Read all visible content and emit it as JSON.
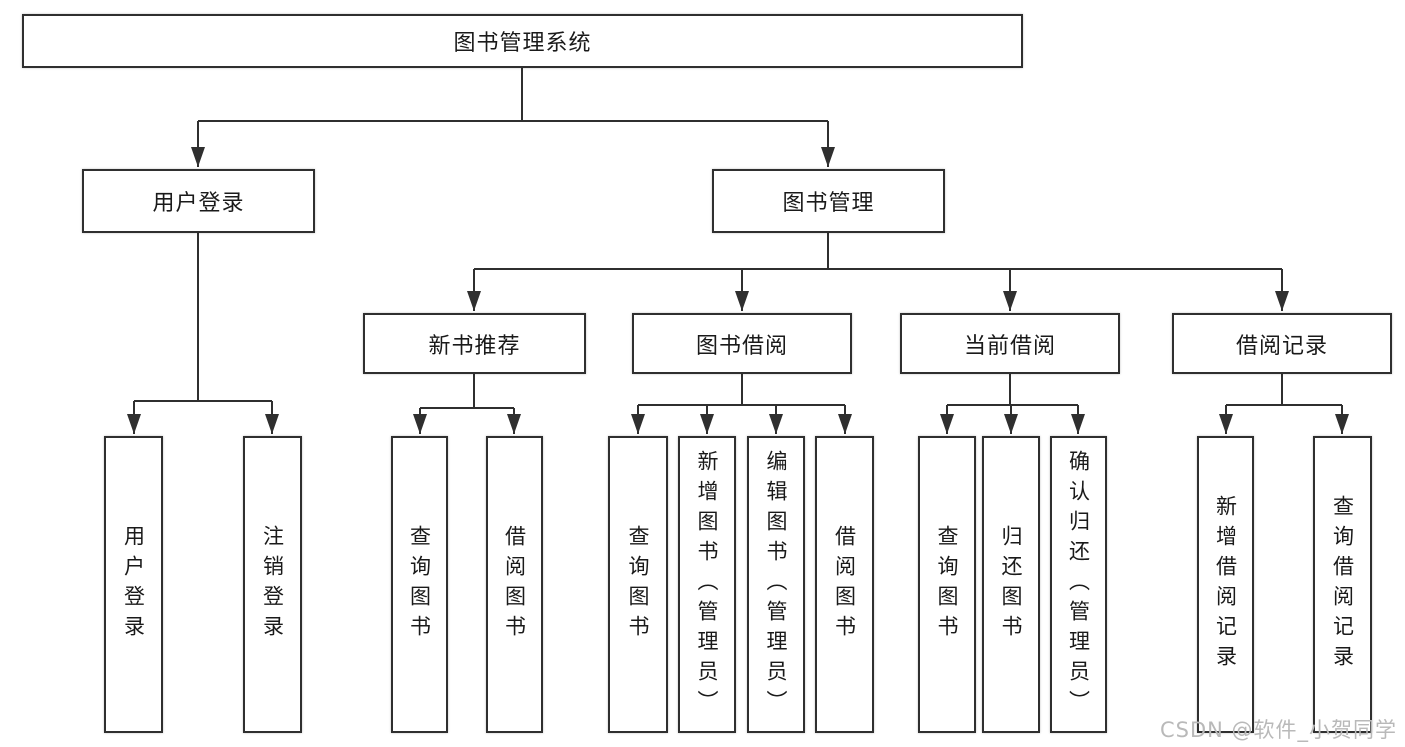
{
  "watermark": "CSDN @软件_小贺同学",
  "colors": {
    "line": "#2f2f2f",
    "box_border": "#2f2f2f",
    "text": "#1a1a1a",
    "watermark": "#b9b9b9",
    "background": "#ffffff"
  },
  "tree": {
    "label": "图书管理系统",
    "children": [
      {
        "label": "用户登录",
        "children": [
          {
            "label": "用户登录"
          },
          {
            "label": "注销登录"
          }
        ]
      },
      {
        "label": "图书管理",
        "children": [
          {
            "label": "新书推荐",
            "children": [
              {
                "label": "查询图书"
              },
              {
                "label": "借阅图书"
              }
            ]
          },
          {
            "label": "图书借阅",
            "children": [
              {
                "label": "查询图书"
              },
              {
                "label": "新增图书（管理员）"
              },
              {
                "label": "编辑图书（管理员）"
              },
              {
                "label": "借阅图书"
              }
            ]
          },
          {
            "label": "当前借阅",
            "children": [
              {
                "label": "查询图书"
              },
              {
                "label": "归还图书"
              },
              {
                "label": "确认归还（管理员）"
              }
            ]
          },
          {
            "label": "借阅记录",
            "children": [
              {
                "label": "新增借阅记录"
              },
              {
                "label": "查询借阅记录"
              }
            ]
          }
        ]
      }
    ]
  }
}
